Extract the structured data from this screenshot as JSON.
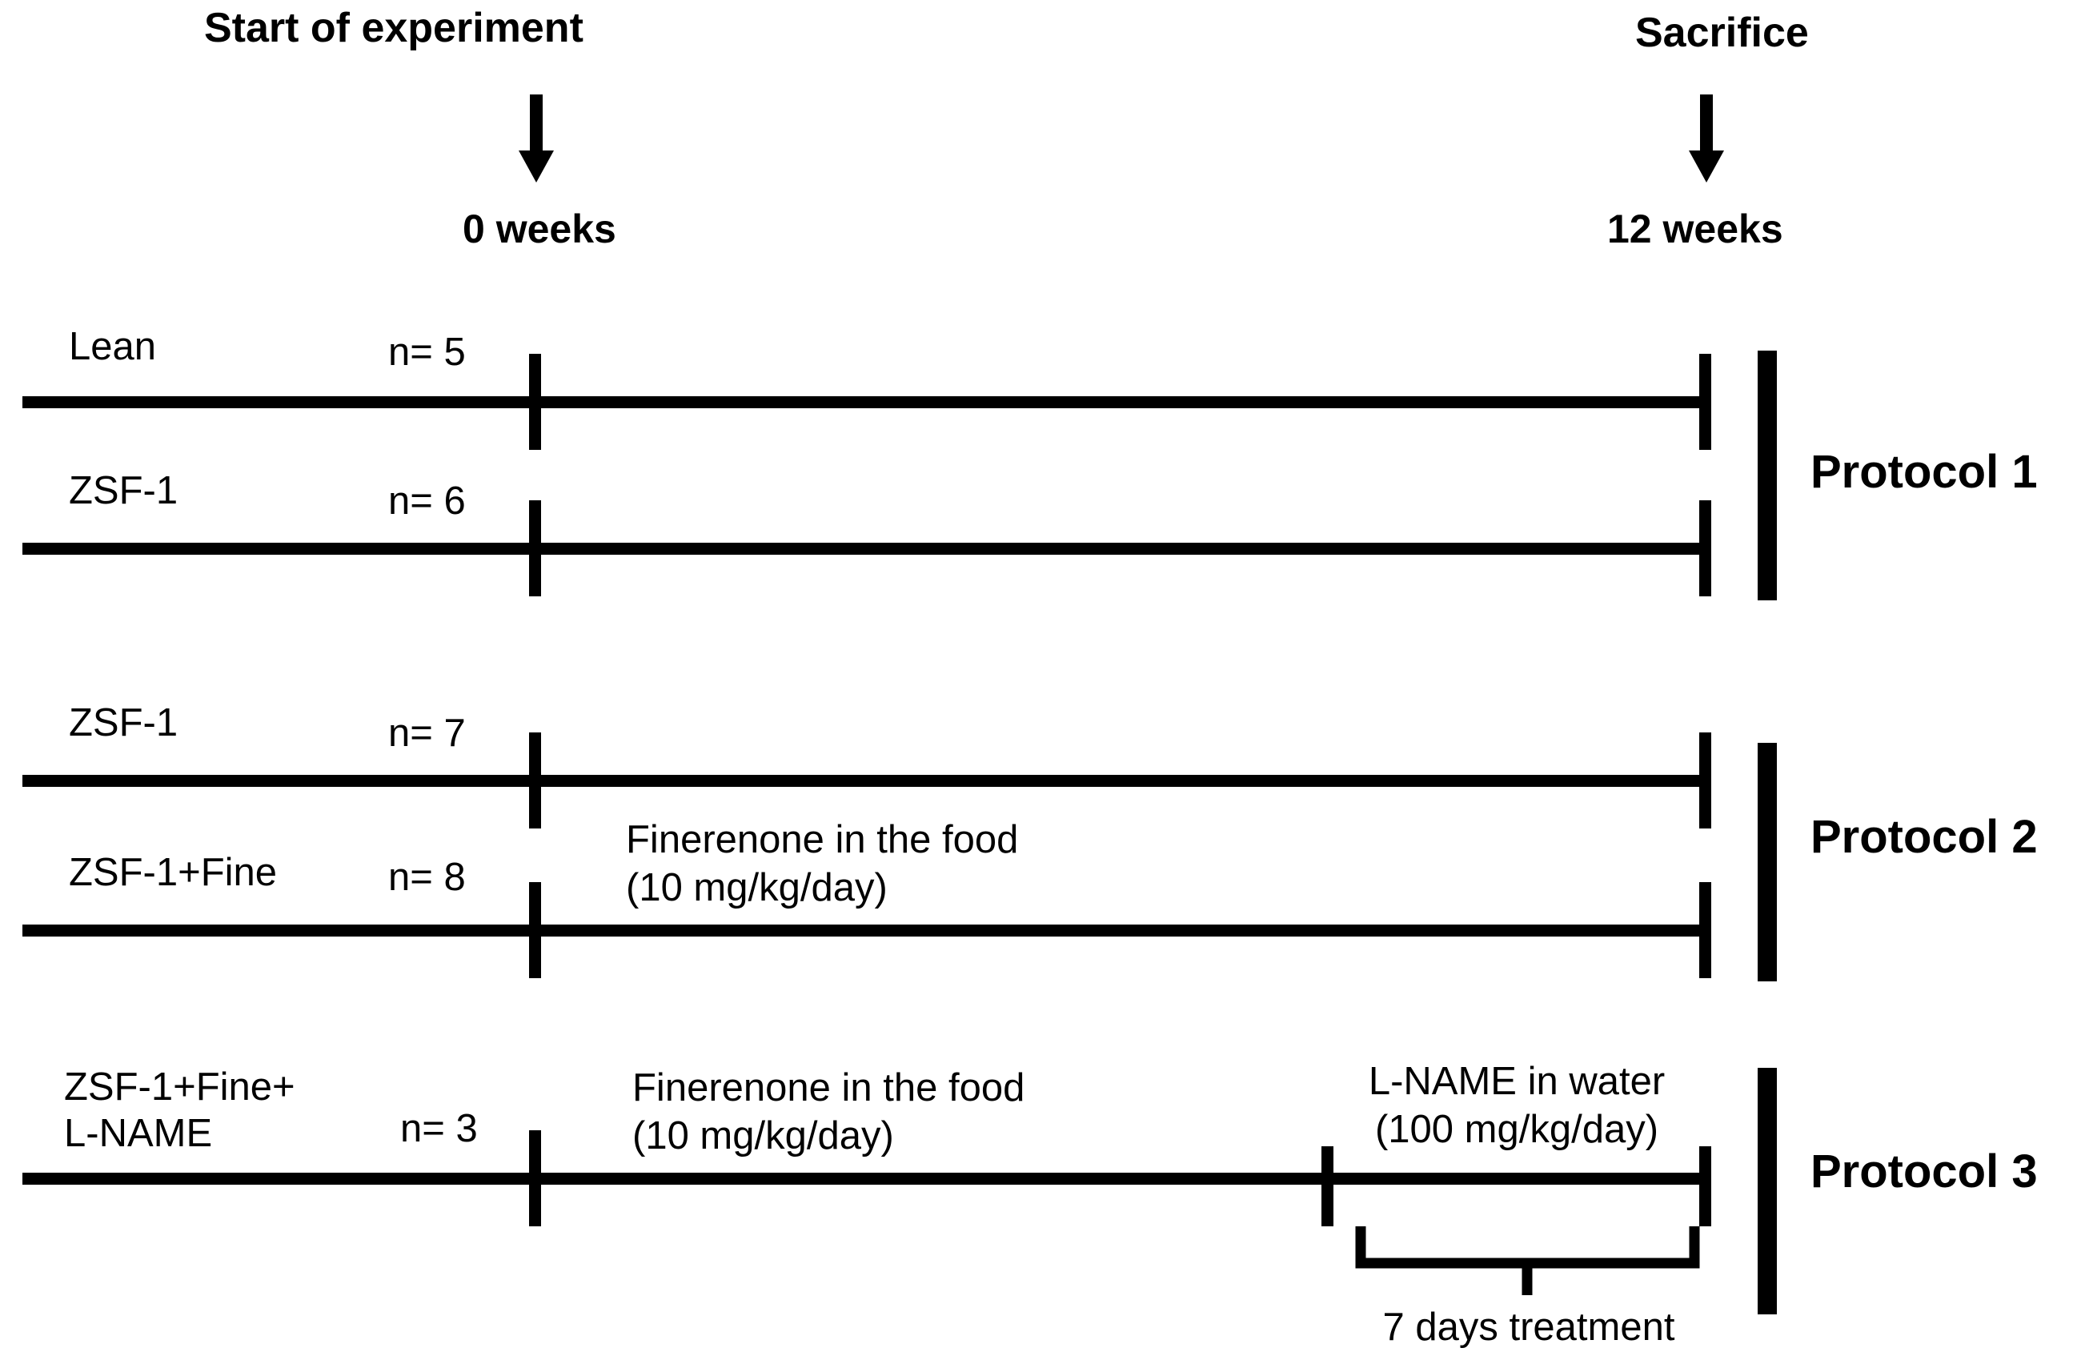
{
  "figure": {
    "background": "#ffffff",
    "ink": "#000000"
  },
  "timeline_events": [
    {
      "id": "start",
      "title": "Start of experiment",
      "week_label": "0 weeks",
      "marker": "down-arrow"
    },
    {
      "id": "end",
      "title": "Sacrifice",
      "week_label": "12 weeks",
      "marker": "down-arrow"
    }
  ],
  "protocols": [
    {
      "id": "protocol-1",
      "name": "Protocol 1",
      "rows": [
        {
          "group": "Lean",
          "n": "n= 5",
          "treatments": []
        },
        {
          "group": "ZSF-1",
          "n": "n= 6",
          "treatments": []
        }
      ]
    },
    {
      "id": "protocol-2",
      "name": "Protocol 2",
      "rows": [
        {
          "group": "ZSF-1",
          "n": "n= 7",
          "treatments": []
        },
        {
          "group": "ZSF-1+Fine",
          "n": "n= 8",
          "treatments": [
            {
              "label": "Finerenone in the food\n(10 mg/kg/day)"
            }
          ]
        }
      ]
    },
    {
      "id": "protocol-3",
      "name": "Protocol 3",
      "rows": [
        {
          "group": "ZSF-1+Fine+\nL-NAME",
          "n": "n= 3",
          "treatments": [
            {
              "label": "Finerenone in the food\n(10 mg/kg/day)"
            },
            {
              "label": "L-NAME in water\n(100 mg/kg/day)"
            }
          ]
        }
      ]
    }
  ],
  "brace": {
    "caption": "7 days treatment"
  }
}
